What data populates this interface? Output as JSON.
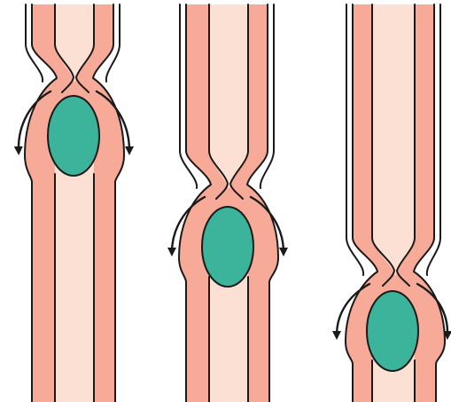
{
  "colors": {
    "background": "#ffffff",
    "tube_wall": "#f6aa97",
    "tube_lumen": "#fde0d4",
    "bolus": "#3bb49b",
    "outline": "#1a1a1a"
  },
  "panels": [
    {
      "id": "stage-1",
      "bolus": "bolus-1",
      "arrows": [
        "left-arrow-1",
        "right-arrow-1"
      ]
    },
    {
      "id": "stage-2",
      "bolus": "bolus-2",
      "arrows": [
        "left-arrow-2",
        "right-arrow-2"
      ]
    },
    {
      "id": "stage-3",
      "bolus": "bolus-3",
      "arrows": [
        "left-arrow-3",
        "right-arrow-3"
      ]
    }
  ]
}
